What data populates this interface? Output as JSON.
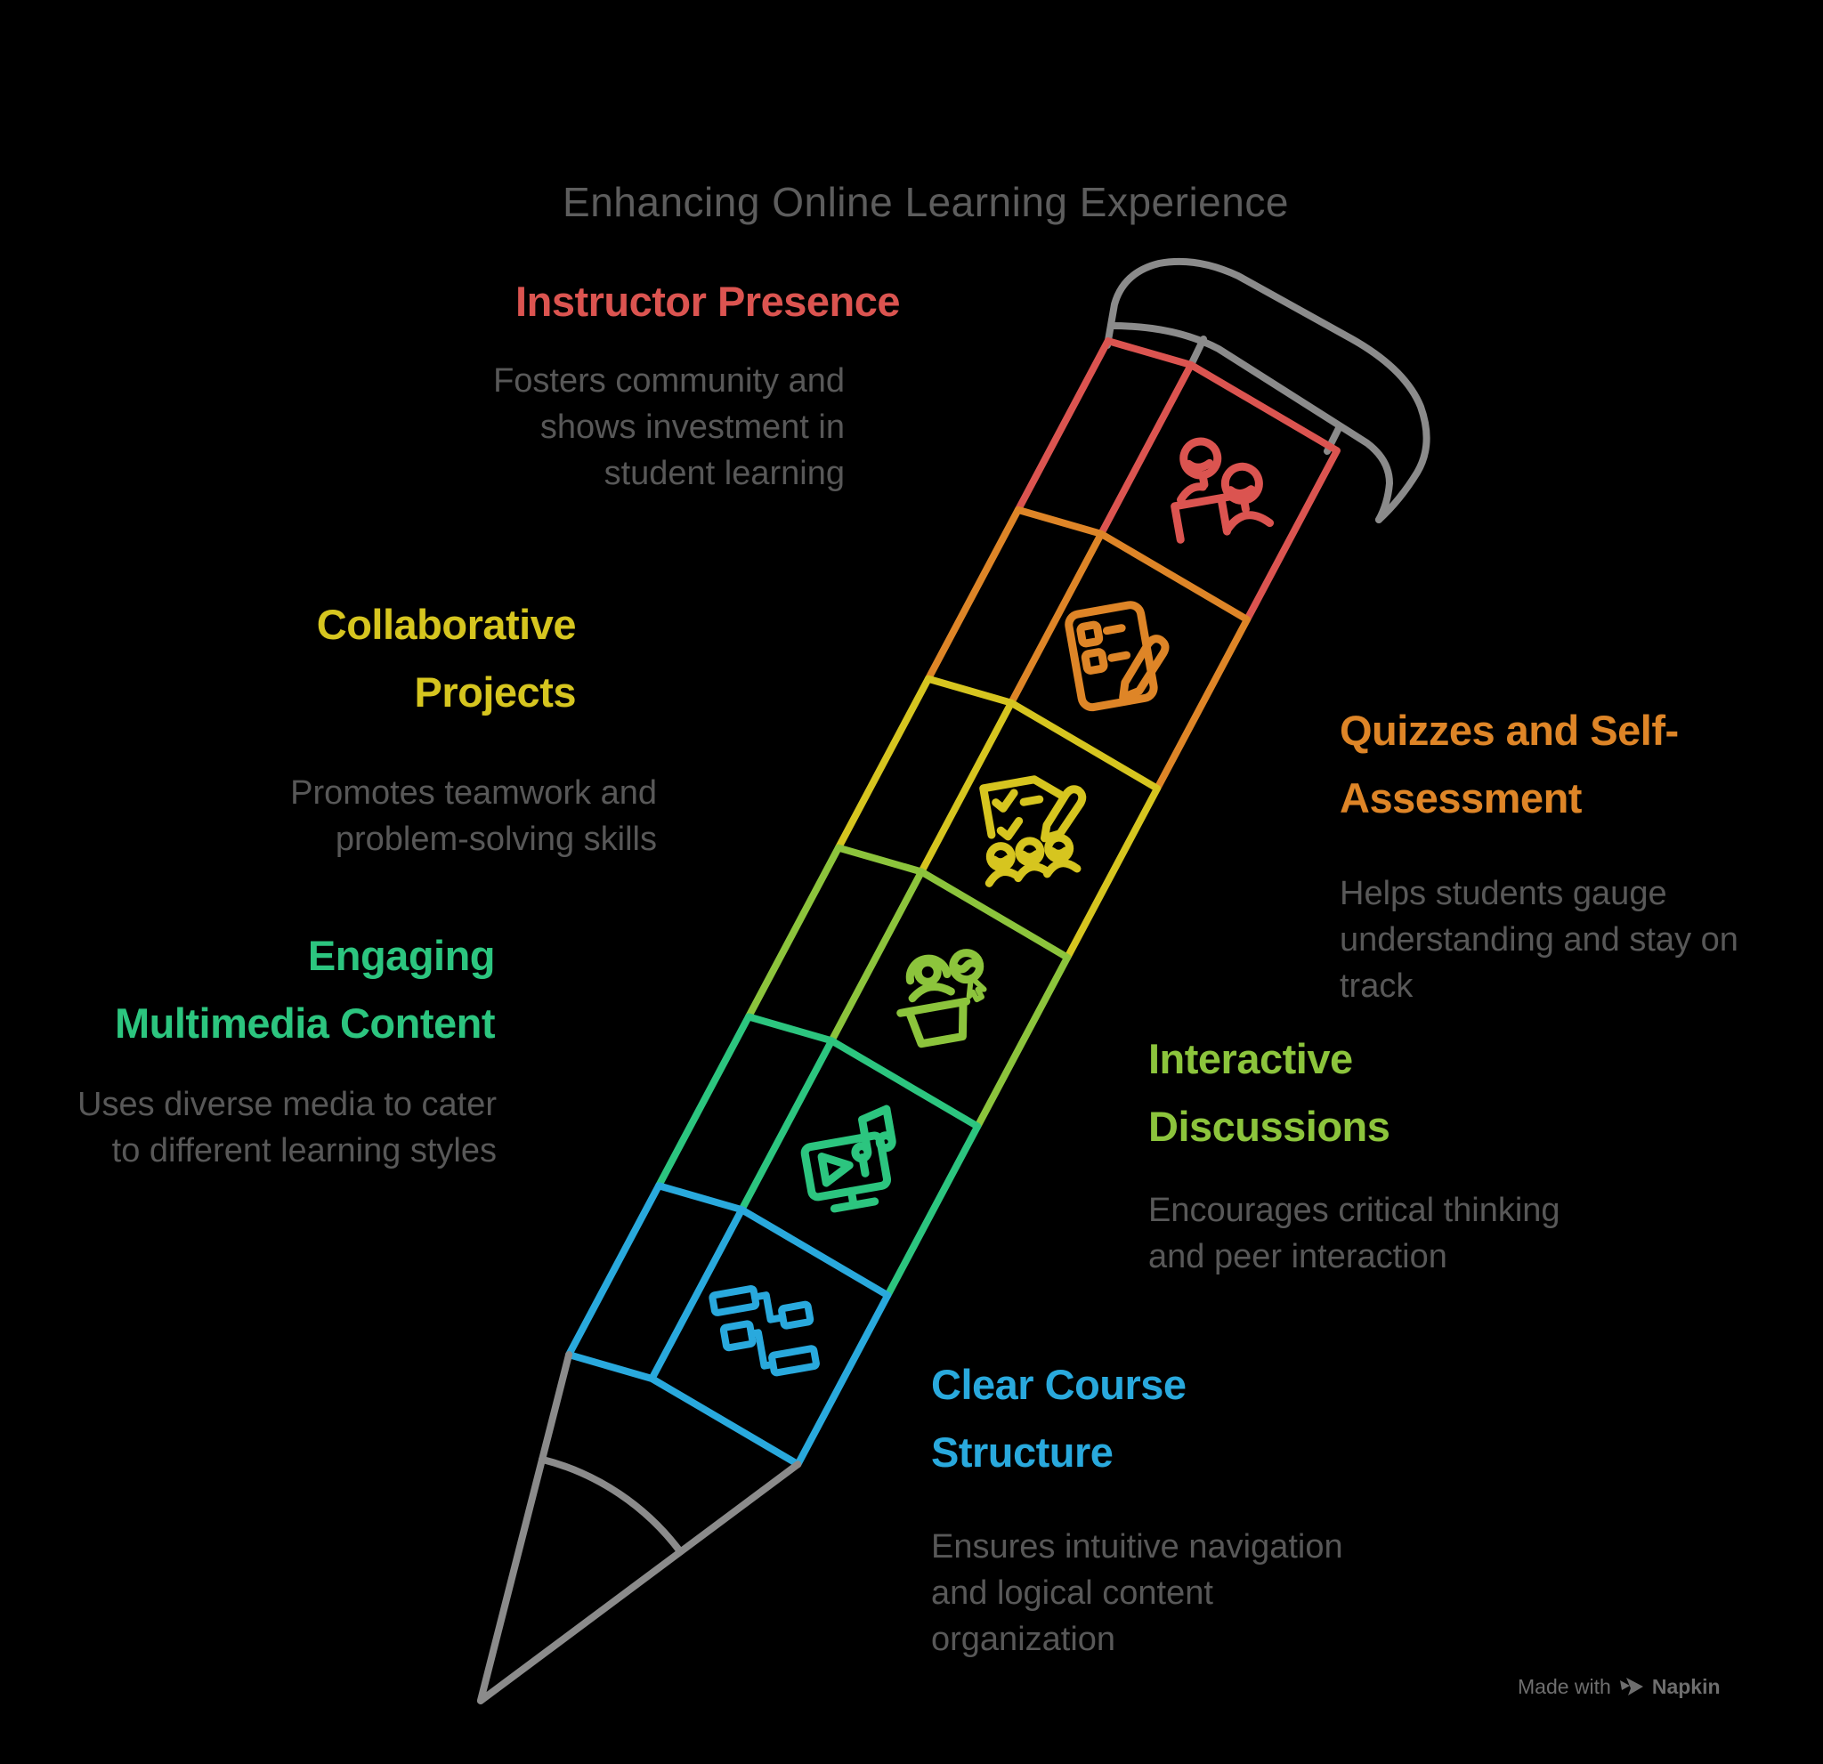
{
  "title": "Enhancing Online Learning Experience",
  "colors": {
    "red": "#db5450",
    "orange": "#de8527",
    "yellow": "#d6c51f",
    "lime": "#8cc43c",
    "teal": "#2cc57f",
    "blue": "#29a9dd",
    "gray": "#8b8b8b",
    "title_text": "#5d5d5d",
    "body_text": "#585858",
    "watermark": "#6e6e6e"
  },
  "sections": [
    {
      "id": "instructor-presence",
      "heading_lines": [
        "Instructor Presence"
      ],
      "body_lines": [
        "Fosters community and",
        "shows investment in",
        "student learning"
      ],
      "color": "#db5450",
      "icon": "instructor-desk-icon"
    },
    {
      "id": "quizzes-self-assessment",
      "heading_lines": [
        "Quizzes and Self-",
        "Assessment"
      ],
      "body_lines": [
        "Helps students gauge",
        "understanding and stay on",
        "track"
      ],
      "color": "#de8527",
      "icon": "quiz-checklist-pencil-icon"
    },
    {
      "id": "collaborative-projects",
      "heading_lines": [
        "Collaborative",
        "Projects"
      ],
      "body_lines": [
        "Promotes teamwork and",
        "problem-solving skills"
      ],
      "color": "#d6c51f",
      "icon": "document-checks-team-icon"
    },
    {
      "id": "interactive-discussions",
      "heading_lines": [
        "Interactive",
        "Discussions"
      ],
      "body_lines": [
        "Encourages critical thinking",
        "and peer interaction"
      ],
      "color": "#8cc43c",
      "icon": "people-podium-icon"
    },
    {
      "id": "engaging-multimedia-content",
      "heading_lines": [
        "Engaging",
        "Multimedia Content"
      ],
      "body_lines": [
        "Uses diverse media to cater",
        "to different learning styles"
      ],
      "color": "#2cc57f",
      "icon": "monitor-play-music-icon"
    },
    {
      "id": "clear-course-structure",
      "heading_lines": [
        "Clear Course",
        "Structure"
      ],
      "body_lines": [
        "Ensures intuitive navigation",
        "and logical content",
        "organization"
      ],
      "color": "#29a9dd",
      "icon": "sitemap-flowchart-icon"
    }
  ],
  "watermark": {
    "made_with": "Made with",
    "brand": "Napkin"
  }
}
